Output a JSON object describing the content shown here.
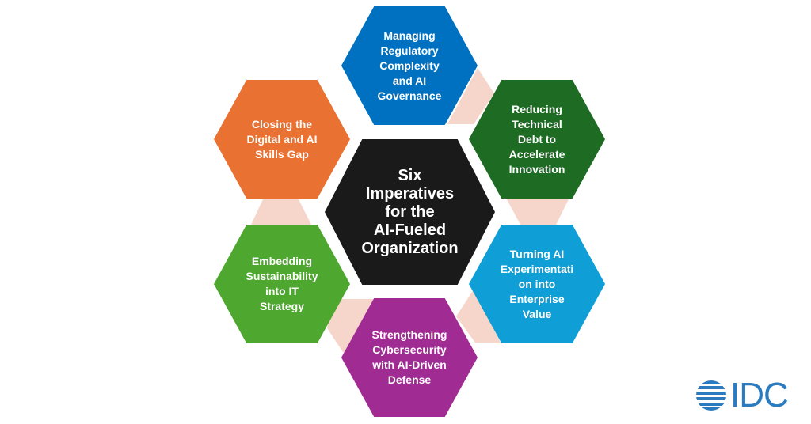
{
  "center": {
    "label": "Six\nImperatives\nfor the\nAI-Fueled\nOrganization",
    "color": "#1A1A1A"
  },
  "imperatives": [
    {
      "label": "Managing\nRegulatory\nComplexity\nand AI\nGovernance",
      "color": "#0070C0"
    },
    {
      "label": "Reducing\nTechnical\nDebt to\nAccelerate\nInnovation",
      "color": "#1E6B24"
    },
    {
      "label": "Turning AI\nExperimentati\non into\nEnterprise\nValue",
      "color": "#0F9ED5"
    },
    {
      "label": "Strengthening\nCybersecurity\nwith AI-Driven\nDefense",
      "color": "#A02B93"
    },
    {
      "label": "Embedding\nSustainability\ninto IT\nStrategy",
      "color": "#4EA72E"
    },
    {
      "label": "Closing the\nDigital and AI\nSkills Gap",
      "color": "#E97132"
    }
  ],
  "connector_color": "#F6D5CB",
  "logo": {
    "text": "IDC",
    "color": "#2B7BC0"
  }
}
